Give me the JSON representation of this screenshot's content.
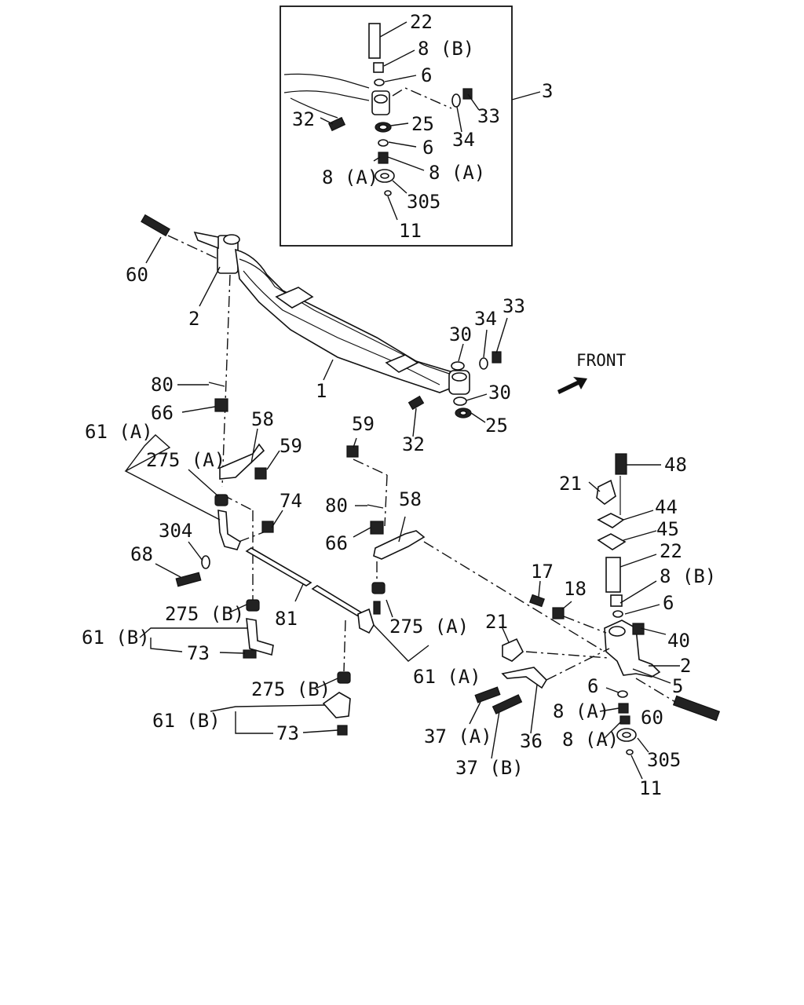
{
  "front_label": "FRONT",
  "labels": {
    "inset_22": "22",
    "inset_8b": "8 (B)",
    "inset_6a": "6",
    "inset_32": "32",
    "inset_25": "25",
    "inset_34": "34",
    "inset_33": "33",
    "inset_6b": "6",
    "inset_8a_l": "8 (A)",
    "inset_8a_r": "8 (A)",
    "inset_305": "305",
    "inset_11": "11",
    "inset_3": "3",
    "l60_top": "60",
    "l2_left": "2",
    "l1": "1",
    "l30_top": "30",
    "l34": "34",
    "l33": "33",
    "l30_bot": "30",
    "l25": "25",
    "l32": "32",
    "l80_left": "80",
    "l66_left": "66",
    "l58_left": "58",
    "l61a_left": "61 (A)",
    "l275a_left": "275 (A)",
    "l59_left": "59",
    "l74": "74",
    "l304": "304",
    "l68": "68",
    "l275b_left": "275 (B)",
    "l81": "81",
    "l61b_left": "61 (B)",
    "l73_left": "73",
    "l59_mid": "59",
    "l80_mid": "80",
    "l58_mid": "58",
    "l66_mid": "66",
    "l275a_mid": "275 (A)",
    "l61a_mid": "61 (A)",
    "l275b_mid": "275 (B)",
    "l61b_mid": "61 (B)",
    "l73_mid": "73",
    "l48": "48",
    "l21_top": "21",
    "l44": "44",
    "l45": "45",
    "l22": "22",
    "l17": "17",
    "l18": "18",
    "l8b": "8 (B)",
    "l6_r1": "6",
    "l21_low": "21",
    "l40": "40",
    "l2_right": "2",
    "l5": "5",
    "l6_r2": "6",
    "l8a_r1": "8 (A)",
    "l60_right": "60",
    "l8a_r2": "8 (A)",
    "l305": "305",
    "l11": "11",
    "l37a": "37 (A)",
    "l36": "36",
    "l37b": "37 (B)"
  }
}
